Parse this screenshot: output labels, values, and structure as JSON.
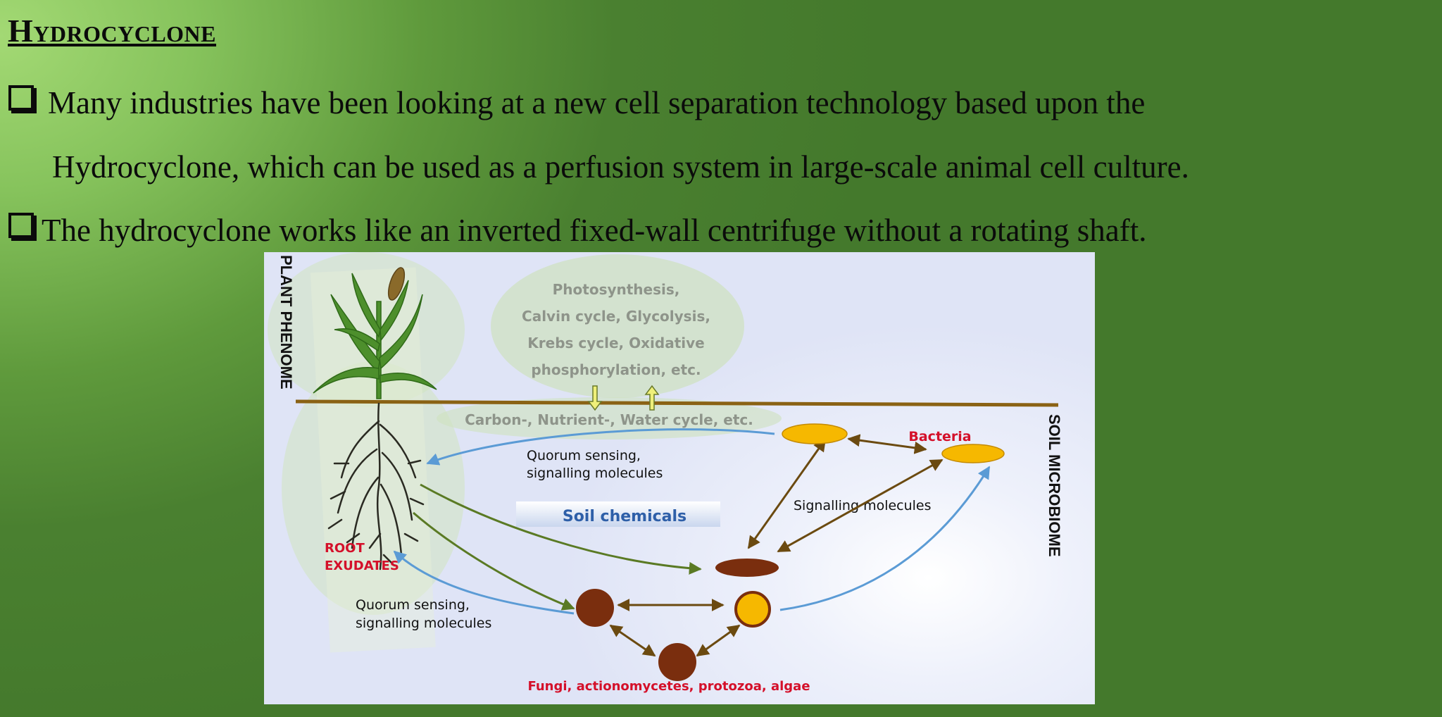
{
  "slide": {
    "title": "Hydrocyclone",
    "bullets": [
      {
        "line1": "Many industries have been looking at a new cell separation technology based upon the",
        "line2": "Hydrocyclone, which can be used as a perfusion system in large-scale animal cell culture."
      },
      {
        "line1": "The hydrocyclone works like an inverted fixed-wall centrifuge without a rotating shaft."
      }
    ]
  },
  "figure": {
    "plant_phenome": "PLANT PHENOME",
    "soil_microbiome": "SOIL MICROBIOME",
    "process_lines": [
      "Photosynthesis,",
      "Calvin cycle, Glycolysis,",
      "Krebs cycle, Oxidative",
      "phosphorylation, etc."
    ],
    "cycles": "Carbon-, Nutrient-, Water cycle, etc.",
    "bacteria": "Bacteria",
    "quorum_top": [
      "Quorum sensing,",
      "signalling molecules"
    ],
    "soil_chemicals": "Soil chemicals",
    "signalling_molecules": "Signalling molecules",
    "root_exudates": [
      "ROOT",
      "EXUDATES"
    ],
    "quorum_bottom": [
      "Quorum sensing,",
      "signalling molecules"
    ],
    "organisms": "Fungi, actionomycetes, protozoa, algae",
    "colors": {
      "red_label": "#d4102a",
      "blue_label": "#2e5fa8",
      "gray_text": "#8e948a",
      "ground": "#8a6214",
      "brown_circle": "#7a2e0e",
      "yellow_circle": "#f6b800",
      "blue_arrow": "#5b9bd5",
      "green_arrow": "#5a7a24",
      "brown_arrow": "#6b4a10"
    }
  }
}
